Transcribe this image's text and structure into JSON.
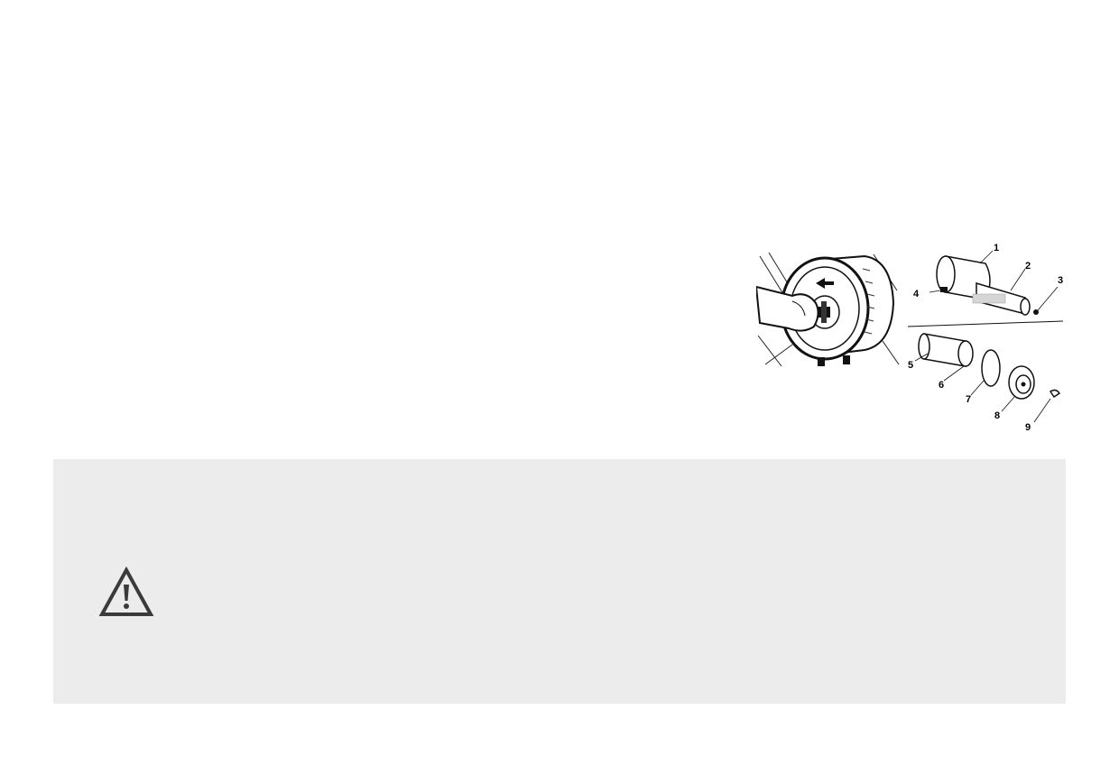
{
  "figure": {
    "photo_icon": "hand-turning-filter-cover-photo",
    "diagram_icon": "air-filter-exploded-diagram",
    "callouts": [
      "1",
      "2",
      "3",
      "4",
      "5",
      "6",
      "7",
      "8",
      "9"
    ]
  },
  "warning": {
    "icon": "warning-triangle-icon",
    "background_color": "#ececec"
  }
}
